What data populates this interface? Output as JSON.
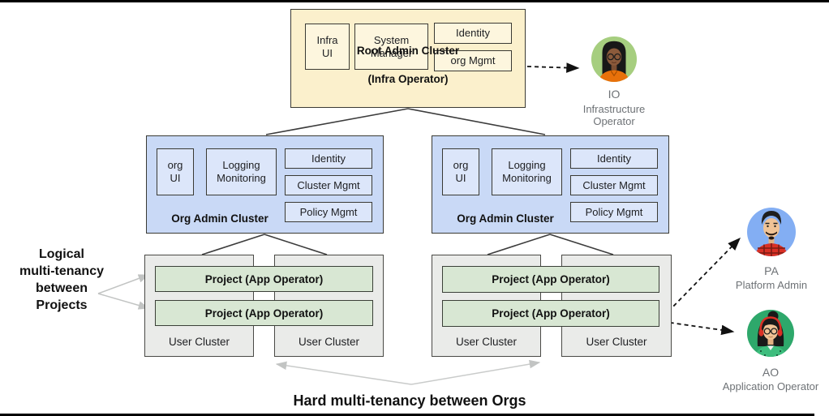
{
  "root_cluster": {
    "title": "Root Admin Cluster",
    "subtitle": "(Infra Operator)",
    "components": [
      "Infra\nUI",
      "System\nManager",
      "Identity",
      "org Mgmt"
    ]
  },
  "org_clusters": [
    {
      "title": "Org Admin Cluster",
      "components": [
        "org\nUI",
        "Logging\nMonitoring",
        "Identity",
        "Cluster Mgmt",
        "Policy Mgmt"
      ]
    },
    {
      "title": "Org Admin Cluster",
      "components": [
        "org\nUI",
        "Logging\nMonitoring",
        "Identity",
        "Cluster Mgmt",
        "Policy Mgmt"
      ]
    }
  ],
  "projects": {
    "left": [
      "Project (App Operator)",
      "Project (App Operator)"
    ],
    "right": [
      "Project (App Operator)",
      "Project (App Operator)"
    ]
  },
  "user_cluster_label": "User Cluster",
  "annotations": {
    "left_note": "Logical\nmulti-tenancy\nbetween\nProjects",
    "bottom_note": "Hard multi-tenancy between Orgs"
  },
  "personas": [
    {
      "abbr": "IO",
      "role": "Infrastructure Operator",
      "avatar": "woman-dark-skin-glasses",
      "avatar_bg": "#A6CE7F"
    },
    {
      "abbr": "PA",
      "role": "Platform Admin",
      "avatar": "man-mustache-plaid-shirt",
      "avatar_bg": "#83AEF3"
    },
    {
      "abbr": "AO",
      "role": "Application Operator",
      "avatar": "woman-bun-headphones",
      "avatar_bg": "#2EA86B"
    }
  ],
  "colors": {
    "root_cluster_fill": "#FBF0CC",
    "root_component_fill": "#FDF6DE",
    "org_cluster_fill": "#C9D9F6",
    "org_component_fill": "#DCE6FA",
    "user_cluster_fill": "#EAEBE9",
    "project_fill": "#D8E7D3",
    "connector": "#3c3c3c",
    "annotation_arrow": "#c2c4c3",
    "dashed_arrow": "#111111"
  }
}
